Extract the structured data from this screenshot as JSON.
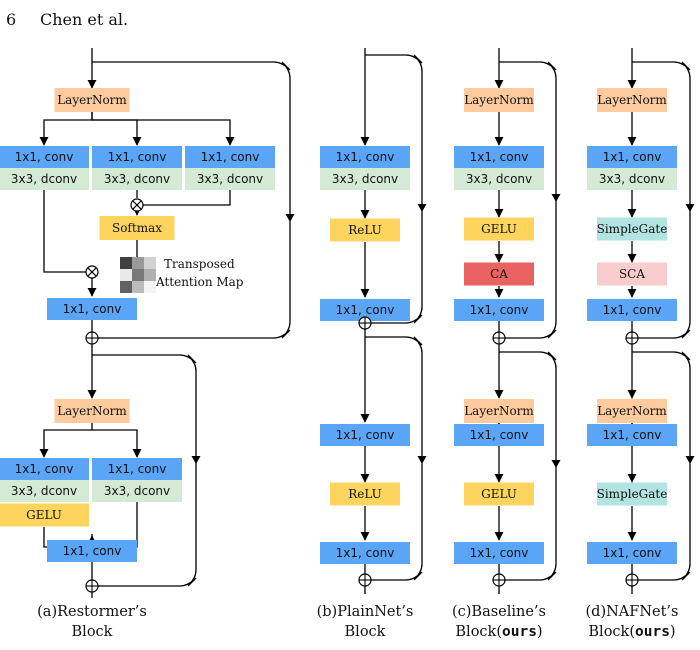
{
  "header": {
    "page_number": "6",
    "running_head": "Chen et al."
  },
  "colors": {
    "layernorm": "#FDCB9E",
    "conv": "#5BA5F7",
    "dconv": "#D5EAD5",
    "activation": "#FDD55E",
    "ca": "#EA6363",
    "sca": "#F9CDCE",
    "simplegate": "#B2E4E1"
  },
  "labels": {
    "layernorm": "LayerNorm",
    "conv_k": "1x1",
    "conv_t": ", conv",
    "dconv_k": "3x3",
    "dconv_t": ", dconv",
    "softmax": "Softmax",
    "gelu": "GELU",
    "relu": "ReLU",
    "ca": "CA",
    "sca": "SCA",
    "simplegate": "SimpleGate",
    "attn_map_line1": "Transposed",
    "attn_map_line2": "Attention Map"
  },
  "captions": {
    "restormer": {
      "line1": "(a)Restormer’s",
      "line2": "Block"
    },
    "plainnet": {
      "line1": "(b)PlainNet’s",
      "line2": "Block"
    },
    "baseline": {
      "line1": "(c)Baseline’s",
      "line2_pre": "Block(",
      "line2_bold": "ours",
      "line2_post": ")"
    },
    "nafnet": {
      "line1": "(d)NAFNet’s",
      "line2_pre": "Block(",
      "line2_bold": "ours",
      "line2_post": ")"
    }
  },
  "attention_map": {
    "grid": [
      [
        0.85,
        0.45,
        0.2
      ],
      [
        0.1,
        0.6,
        0.35
      ],
      [
        0.7,
        0.3,
        0.05
      ]
    ]
  }
}
